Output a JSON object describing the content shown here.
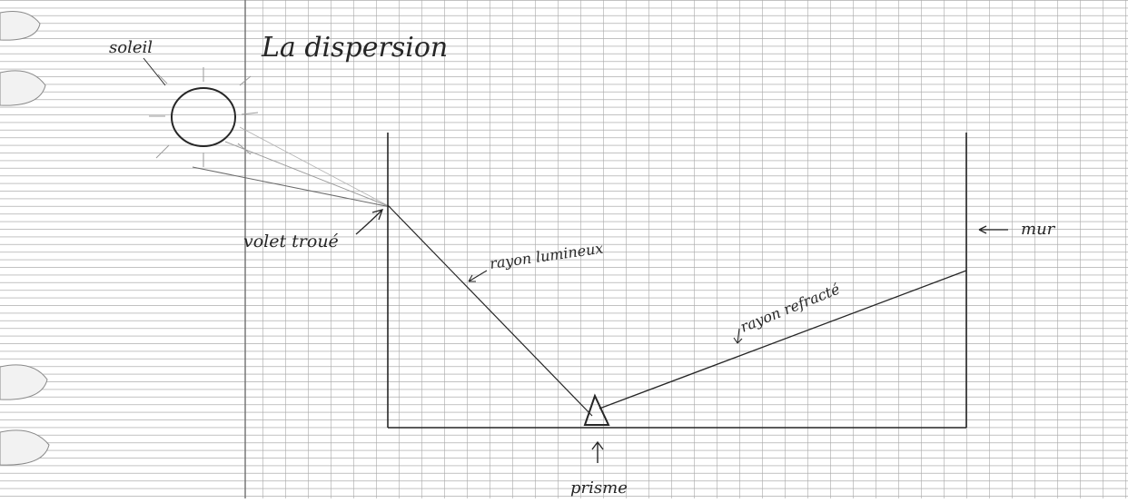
{
  "title": "La dispersion",
  "labels": {
    "sun": "soleil",
    "shutter": "volet troué",
    "light_ray": "rayon lumineux",
    "refracted_ray": "rayon refracté",
    "wall": "mur",
    "prism": "prisme"
  },
  "colors": {
    "paper": "#ffffff",
    "grid_line": "#8a8a8a",
    "margin_line": "#6f6f6f",
    "ink": "#262626",
    "pencil": "#9a9a9a",
    "punch_hole": "#f2f2f2"
  }
}
